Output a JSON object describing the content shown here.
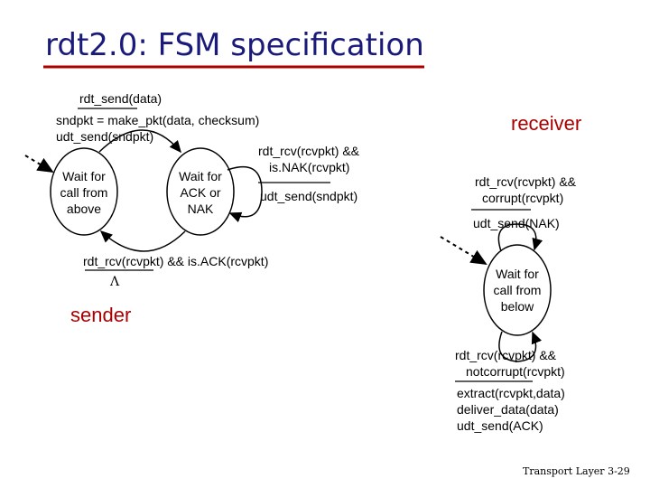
{
  "title": "rdt2.0: FSM specification",
  "labels": {
    "sender": "sender",
    "receiver": "receiver"
  },
  "sender": {
    "state_wait_above": [
      "Wait for",
      "call from",
      "above"
    ],
    "state_wait_ack": [
      "Wait for",
      "ACK or",
      "NAK"
    ],
    "t1_event": "rdt_send(data)",
    "t1_actions": [
      "sndpkt = make_pkt(data, checksum)",
      "udt_send(sndpkt)"
    ],
    "t2_event": [
      "rdt_rcv(rcvpkt) &&",
      "is.NAK(rcvpkt)"
    ],
    "t2_action": "udt_send(sndpkt)",
    "t3_event": "rdt_rcv(rcvpkt) && is.ACK(rcvpkt)",
    "t3_action": "Λ"
  },
  "receiver": {
    "state_wait_below": [
      "Wait for",
      "call from",
      "below"
    ],
    "t1_event": [
      "rdt_rcv(rcvpkt) &&",
      "corrupt(rcvpkt)"
    ],
    "t1_action": "udt_send(NAK)",
    "t2_event": [
      "rdt_rcv(rcvpkt) &&",
      "notcorrupt(rcvpkt)"
    ],
    "t2_actions": [
      "extract(rcvpkt,data)",
      "deliver_data(data)",
      "udt_send(ACK)"
    ]
  },
  "footer": "Transport Layer 3-29",
  "colors": {
    "title": "#1a1a7a",
    "underline": "#aa0000",
    "accent": "#aa0000"
  }
}
